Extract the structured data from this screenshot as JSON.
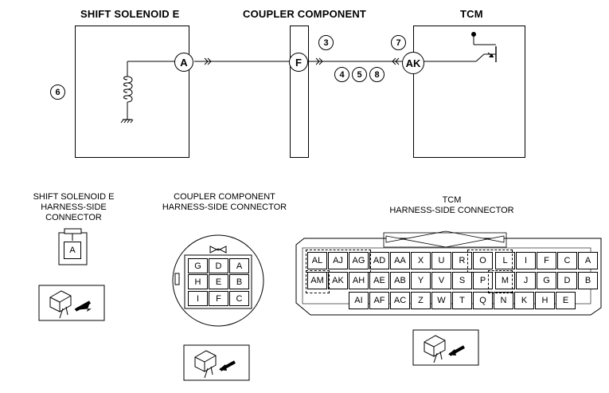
{
  "titles": {
    "shift_solenoid": "SHIFT SOLENOID E",
    "coupler": "COUPLER COMPONENT",
    "tcm": "TCM"
  },
  "terminals": {
    "a": "A",
    "f": "F",
    "ak": "AK"
  },
  "step_markers": {
    "n3": "3",
    "n4": "4",
    "n5": "5",
    "n6": "6",
    "n7": "7",
    "n8": "8"
  },
  "connectors": {
    "shift_solenoid_line1": "SHIFT SOLENOID E",
    "shift_solenoid_line2": "HARNESS-SIDE CONNECTOR",
    "coupler_line1": "COUPLER COMPONENT",
    "coupler_line2": "HARNESS-SIDE CONNECTOR",
    "tcm_line1": "TCM",
    "tcm_line2": "HARNESS-SIDE CONNECTOR",
    "shift_pin": "A",
    "coupler_grid": [
      [
        "G",
        "D",
        "A"
      ],
      [
        "H",
        "E",
        "B"
      ],
      [
        "I",
        "F",
        "C"
      ]
    ],
    "tcm_row1": [
      "AL",
      "AJ",
      "AG",
      "AD",
      "AA",
      "X",
      "U",
      "R",
      "O",
      "L",
      "I",
      "F",
      "C",
      "A"
    ],
    "tcm_row2": [
      "AM",
      "AK",
      "AH",
      "AE",
      "AB",
      "Y",
      "V",
      "S",
      "P",
      "M",
      "J",
      "G",
      "D",
      "B"
    ],
    "tcm_row3": [
      "AI",
      "AF",
      "AC",
      "Z",
      "W",
      "T",
      "Q",
      "N",
      "K",
      "H",
      "E"
    ]
  }
}
